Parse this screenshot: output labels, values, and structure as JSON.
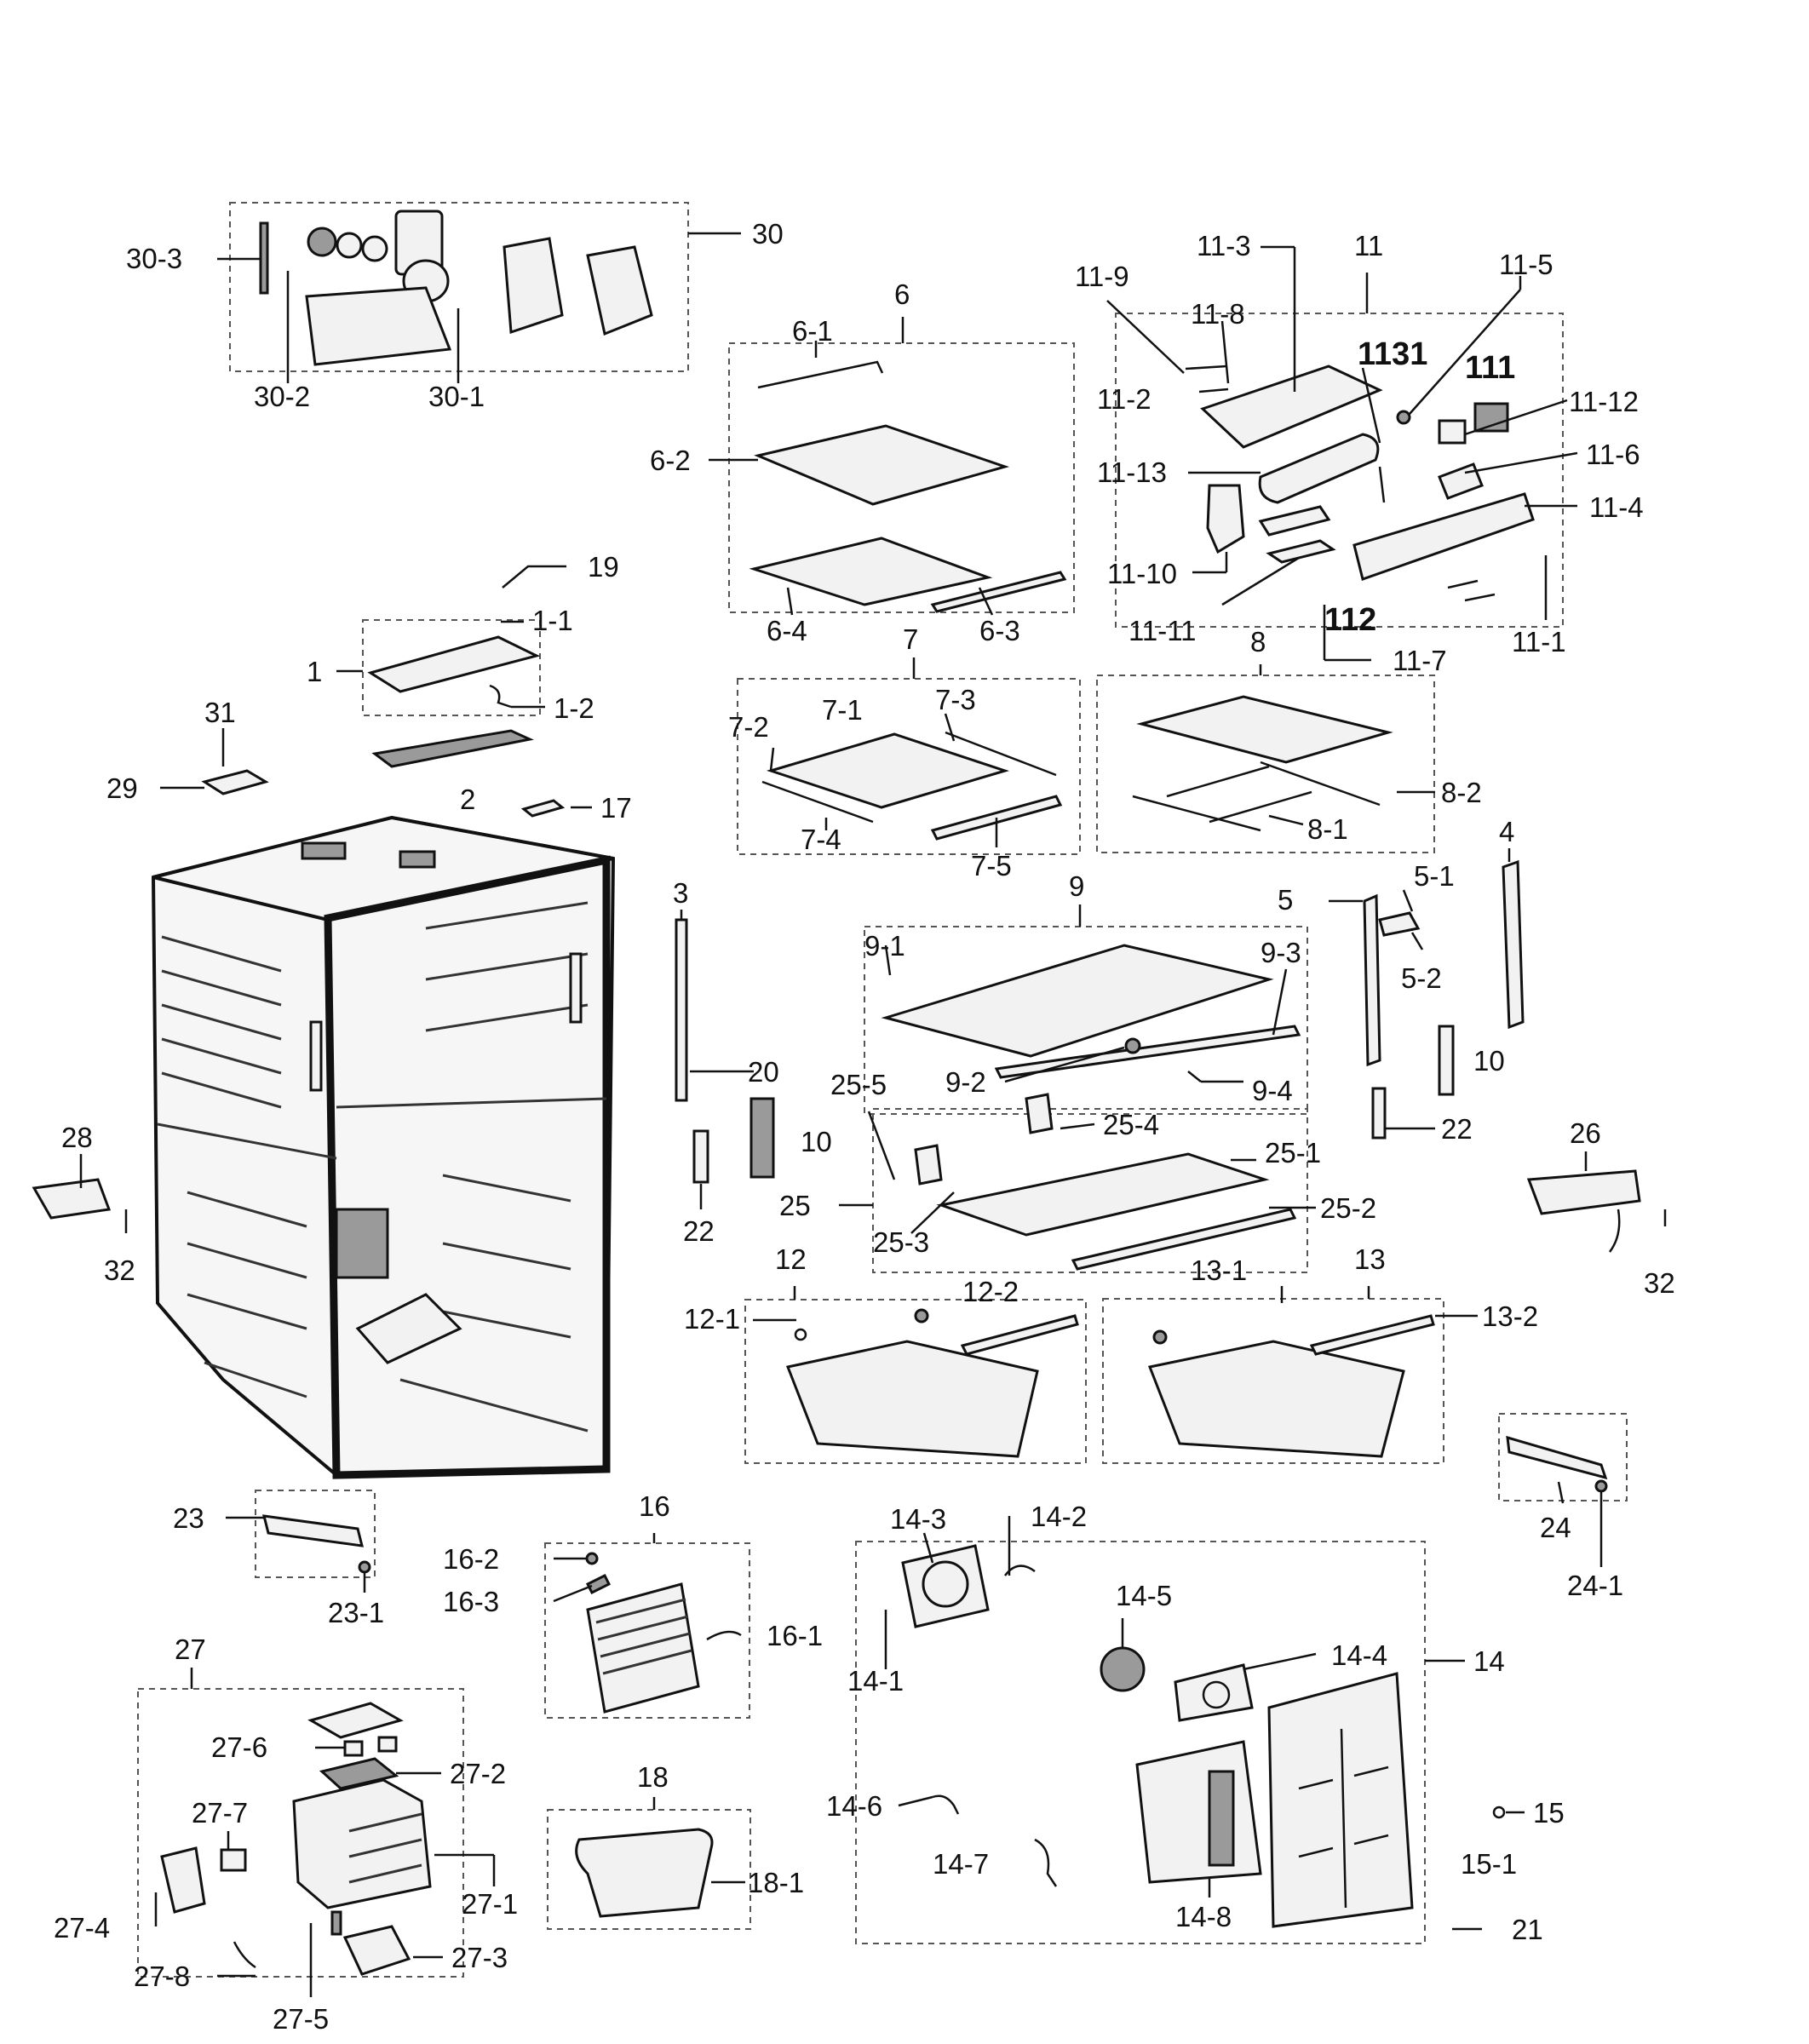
{
  "title": "",
  "labels": {
    "l30_3": "30-3",
    "l30": "30",
    "l30_2": "30-2",
    "l30_1": "30-1",
    "l6": "6",
    "l6_1": "6-1",
    "l6_2": "6-2",
    "l6_3": "6-3",
    "l6_4": "6-4",
    "l11": "11",
    "l11_1": "11-1",
    "l11_2": "11-2",
    "l11_3": "11-3",
    "l11_4": "11-4",
    "l11_5": "11-5",
    "l11_6": "11-6",
    "l11_7": "11-7",
    "l11_8": "11-8",
    "l11_9": "11-9",
    "l11_10": "11-10",
    "l11_11": "11-11",
    "l11_12": "11-12",
    "l11_13": "11-13",
    "l1131": "1131",
    "l111": "111",
    "l112": "112",
    "l19": "19",
    "l1": "1",
    "l1_1": "1-1",
    "l1_2": "1-2",
    "l31": "31",
    "l29": "29",
    "l2": "2",
    "l17": "17",
    "l7": "7",
    "l7_1": "7-1",
    "l7_2": "7-2",
    "l7_3": "7-3",
    "l7_4": "7-4",
    "l7_5": "7-5",
    "l8": "8",
    "l8_1": "8-1",
    "l8_2": "8-2",
    "l3": "3",
    "l20": "20",
    "l10a": "10",
    "l22a": "22",
    "l9": "9",
    "l9_1": "9-1",
    "l9_2": "9-2",
    "l9_3": "9-3",
    "l9_4": "9-4",
    "l4": "4",
    "l5": "5",
    "l5_1": "5-1",
    "l5_2": "5-2",
    "l10b": "10",
    "l22b": "22",
    "l25": "25",
    "l25_1": "25-1",
    "l25_2": "25-2",
    "l25_3": "25-3",
    "l25_4": "25-4",
    "l25_5": "25-5",
    "l26": "26",
    "l32a": "32",
    "l32b": "32",
    "l28": "28",
    "l12": "12",
    "l12_1": "12-1",
    "l12_2": "12-2",
    "l13": "13",
    "l13_1": "13-1",
    "l13_2": "13-2",
    "l23": "23",
    "l23_1": "23-1",
    "l24": "24",
    "l24_1": "24-1",
    "l16": "16",
    "l16_1": "16-1",
    "l16_2": "16-2",
    "l16_3": "16-3",
    "l14": "14",
    "l14_1": "14-1",
    "l14_2": "14-2",
    "l14_3": "14-3",
    "l14_4": "14-4",
    "l14_5": "14-5",
    "l14_6": "14-6",
    "l14_7": "14-7",
    "l14_8": "14-8",
    "l15": "15",
    "l15_1": "15-1",
    "l21": "21",
    "l27": "27",
    "l27_1": "27-1",
    "l27_2": "27-2",
    "l27_3": "27-3",
    "l27_4": "27-4",
    "l27_5": "27-5",
    "l27_6": "27-6",
    "l27_7": "27-7",
    "l27_8": "27-8",
    "l18": "18",
    "l18_1": "18-1"
  }
}
